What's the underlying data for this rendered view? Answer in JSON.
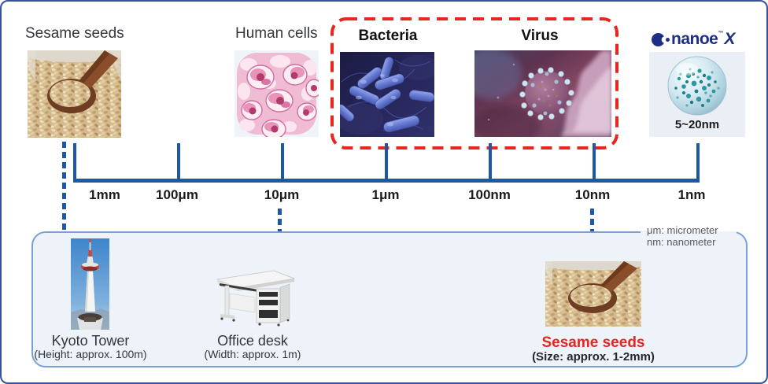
{
  "header": {
    "sesame_label": "Sesame seeds",
    "human_cells_label": "Human cells",
    "bacteria_label": "Bacteria",
    "virus_label": "Virus"
  },
  "nanoe": {
    "brand": "nanoe",
    "trademark": "™",
    "brand_mark": "X",
    "size_range": "5~20nm"
  },
  "scale_axis": {
    "ticks": [
      "1mm",
      "100μm",
      "10μm",
      "1μm",
      "100nm",
      "10nm",
      "1nm"
    ]
  },
  "unit_note": {
    "line1": "μm: micrometer",
    "line2": "nm: nanometer"
  },
  "comparisons": [
    {
      "name": "Kyoto Tower",
      "detail": "(Height: approx. 100m)"
    },
    {
      "name": "Office desk",
      "detail": "(Width: approx. 1m)"
    },
    {
      "name": "Sesame seeds",
      "detail": "(Size: approx. 1-2mm)"
    }
  ],
  "colors": {
    "axis_blue": "#1e56a8",
    "accent_red": "#e8251f",
    "brand_navy": "#1f2e85",
    "panel_border": "#7ba0d6",
    "panel_bg": "#eef3f9"
  }
}
